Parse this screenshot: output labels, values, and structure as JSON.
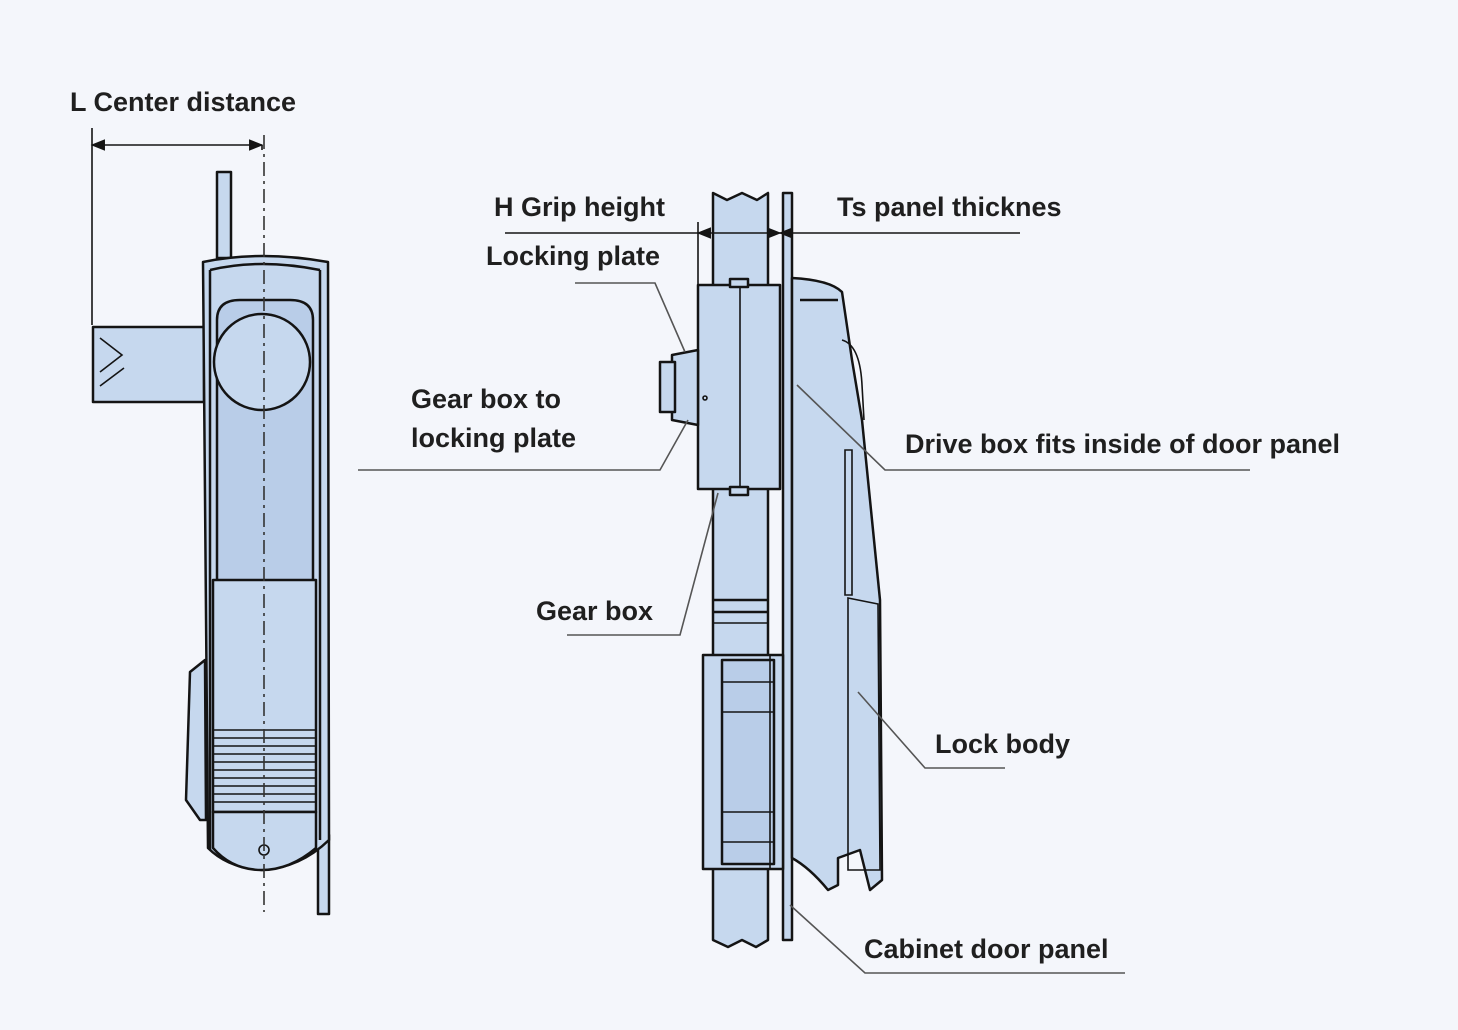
{
  "labels": {
    "center_distance": "L Center distance",
    "grip_height": "H Grip height",
    "panel_thickness": "Ts panel thicknes",
    "locking_plate": "Locking plate",
    "gear_box_to_line1": "Gear box to",
    "gear_box_to_line2": "locking plate",
    "drive_box": "Drive box fits inside of door panel",
    "gear_box": "Gear box",
    "lock_body": "Lock body",
    "cabinet_door_panel": "Cabinet door panel"
  },
  "colors": {
    "background": "#f4f6fb",
    "part_fill": "#c6d8ee",
    "outline": "#141414"
  }
}
